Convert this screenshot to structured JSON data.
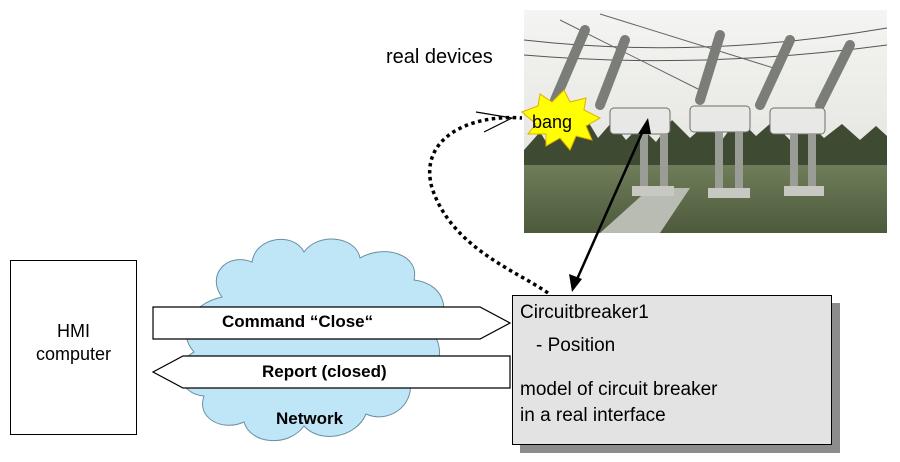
{
  "photo": {
    "label": "real devices"
  },
  "explosion": {
    "text": "bang",
    "fill": "#ffff00"
  },
  "hmi": {
    "line1": "HMI",
    "line2": "computer"
  },
  "network": {
    "label": "Network",
    "cloud_color": "#bfe6f7"
  },
  "command_arrow": {
    "label": "Command “Close“"
  },
  "report_arrow": {
    "label": "Report (closed)"
  },
  "model_box": {
    "title": "Circuitbreaker1",
    "attribute": "- Position",
    "desc_line1": "model of circuit breaker",
    "desc_line2": "in a real interface",
    "fill": "#e3e3e3",
    "shadow": "#8c8c8c"
  }
}
